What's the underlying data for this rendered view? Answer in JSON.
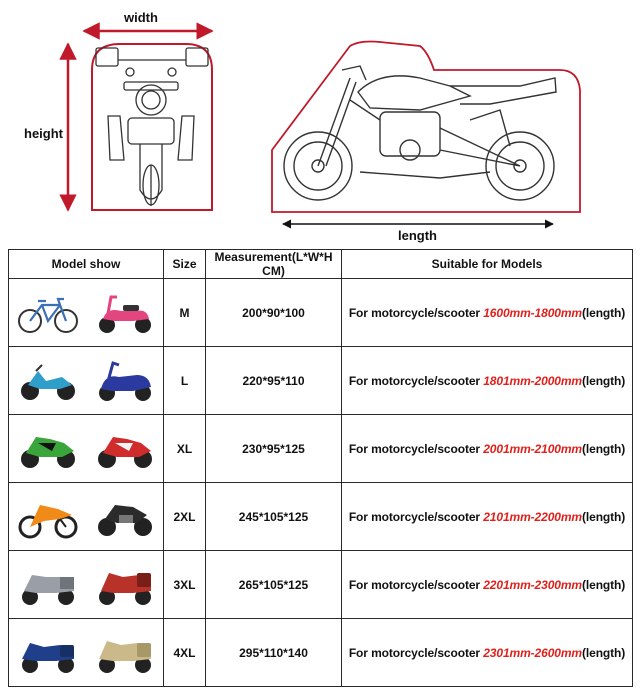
{
  "diagram": {
    "width_label": "width",
    "height_label": "height",
    "length_label": "length",
    "accent": "#c0192c"
  },
  "table": {
    "headers": {
      "model": "Model show",
      "size": "Size",
      "measurement": "Measurement(L*W*H CM)",
      "suitable": "Suitable for Models"
    },
    "rows": [
      {
        "size": "M",
        "measurement": "200*90*100",
        "prefix": "For motorcycle/scooter ",
        "range": "1600mm-1800mm",
        "suffix": "(length)",
        "images": [
          "bicycle-image",
          "pink-scooter-image"
        ]
      },
      {
        "size": "L",
        "measurement": "220*95*110",
        "prefix": "For motorcycle/scooter ",
        "range": "1801mm-2000mm",
        "suffix": "(length)",
        "images": [
          "underbone-motorcycle-image",
          "blue-scooter-image"
        ]
      },
      {
        "size": "XL",
        "measurement": "230*95*125",
        "prefix": "For motorcycle/scooter ",
        "range": "2001mm-2100mm",
        "suffix": "(length)",
        "images": [
          "green-sportbike-image",
          "red-sportbike-image"
        ]
      },
      {
        "size": "2XL",
        "measurement": "245*105*125",
        "prefix": "For motorcycle/scooter ",
        "range": "2101mm-2200mm",
        "suffix": "(length)",
        "images": [
          "dirt-bike-image",
          "naked-motorcycle-image"
        ]
      },
      {
        "size": "3XL",
        "measurement": "265*105*125",
        "prefix": "For motorcycle/scooter ",
        "range": "2201mm-2300mm",
        "suffix": "(length)",
        "images": [
          "touring-motorcycle-image",
          "red-touring-motorcycle-image"
        ]
      },
      {
        "size": "4XL",
        "measurement": "295*110*140",
        "prefix": "For motorcycle/scooter ",
        "range": "2301mm-2600mm",
        "suffix": "(length)",
        "images": [
          "cruiser-motorcycle-image",
          "gold-touring-motorcycle-image"
        ]
      }
    ]
  },
  "colors": {
    "range_text": "#e0201b",
    "border": "#2a2a2a"
  }
}
